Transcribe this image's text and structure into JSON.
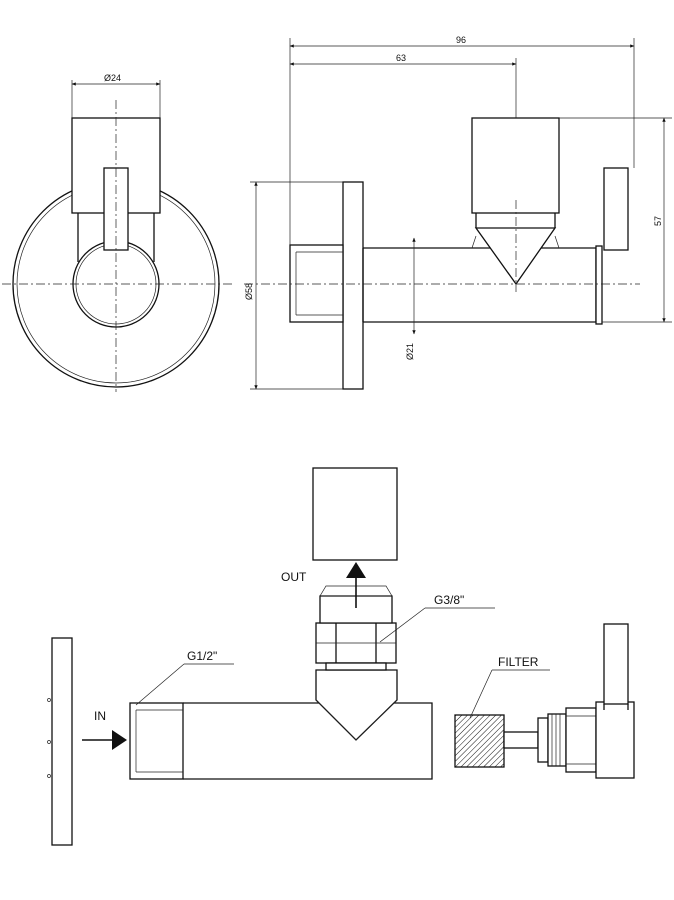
{
  "dimensions": {
    "dia_24": "Ø24",
    "dia_58": "Ø58",
    "dia_21": "Ø21",
    "len_96": "96",
    "len_63": "63",
    "height_57": "57"
  },
  "labels": {
    "out": "OUT",
    "in": "IN",
    "g38": "G3/8\"",
    "g12": "G1/2\"",
    "filter": "FILTER"
  }
}
